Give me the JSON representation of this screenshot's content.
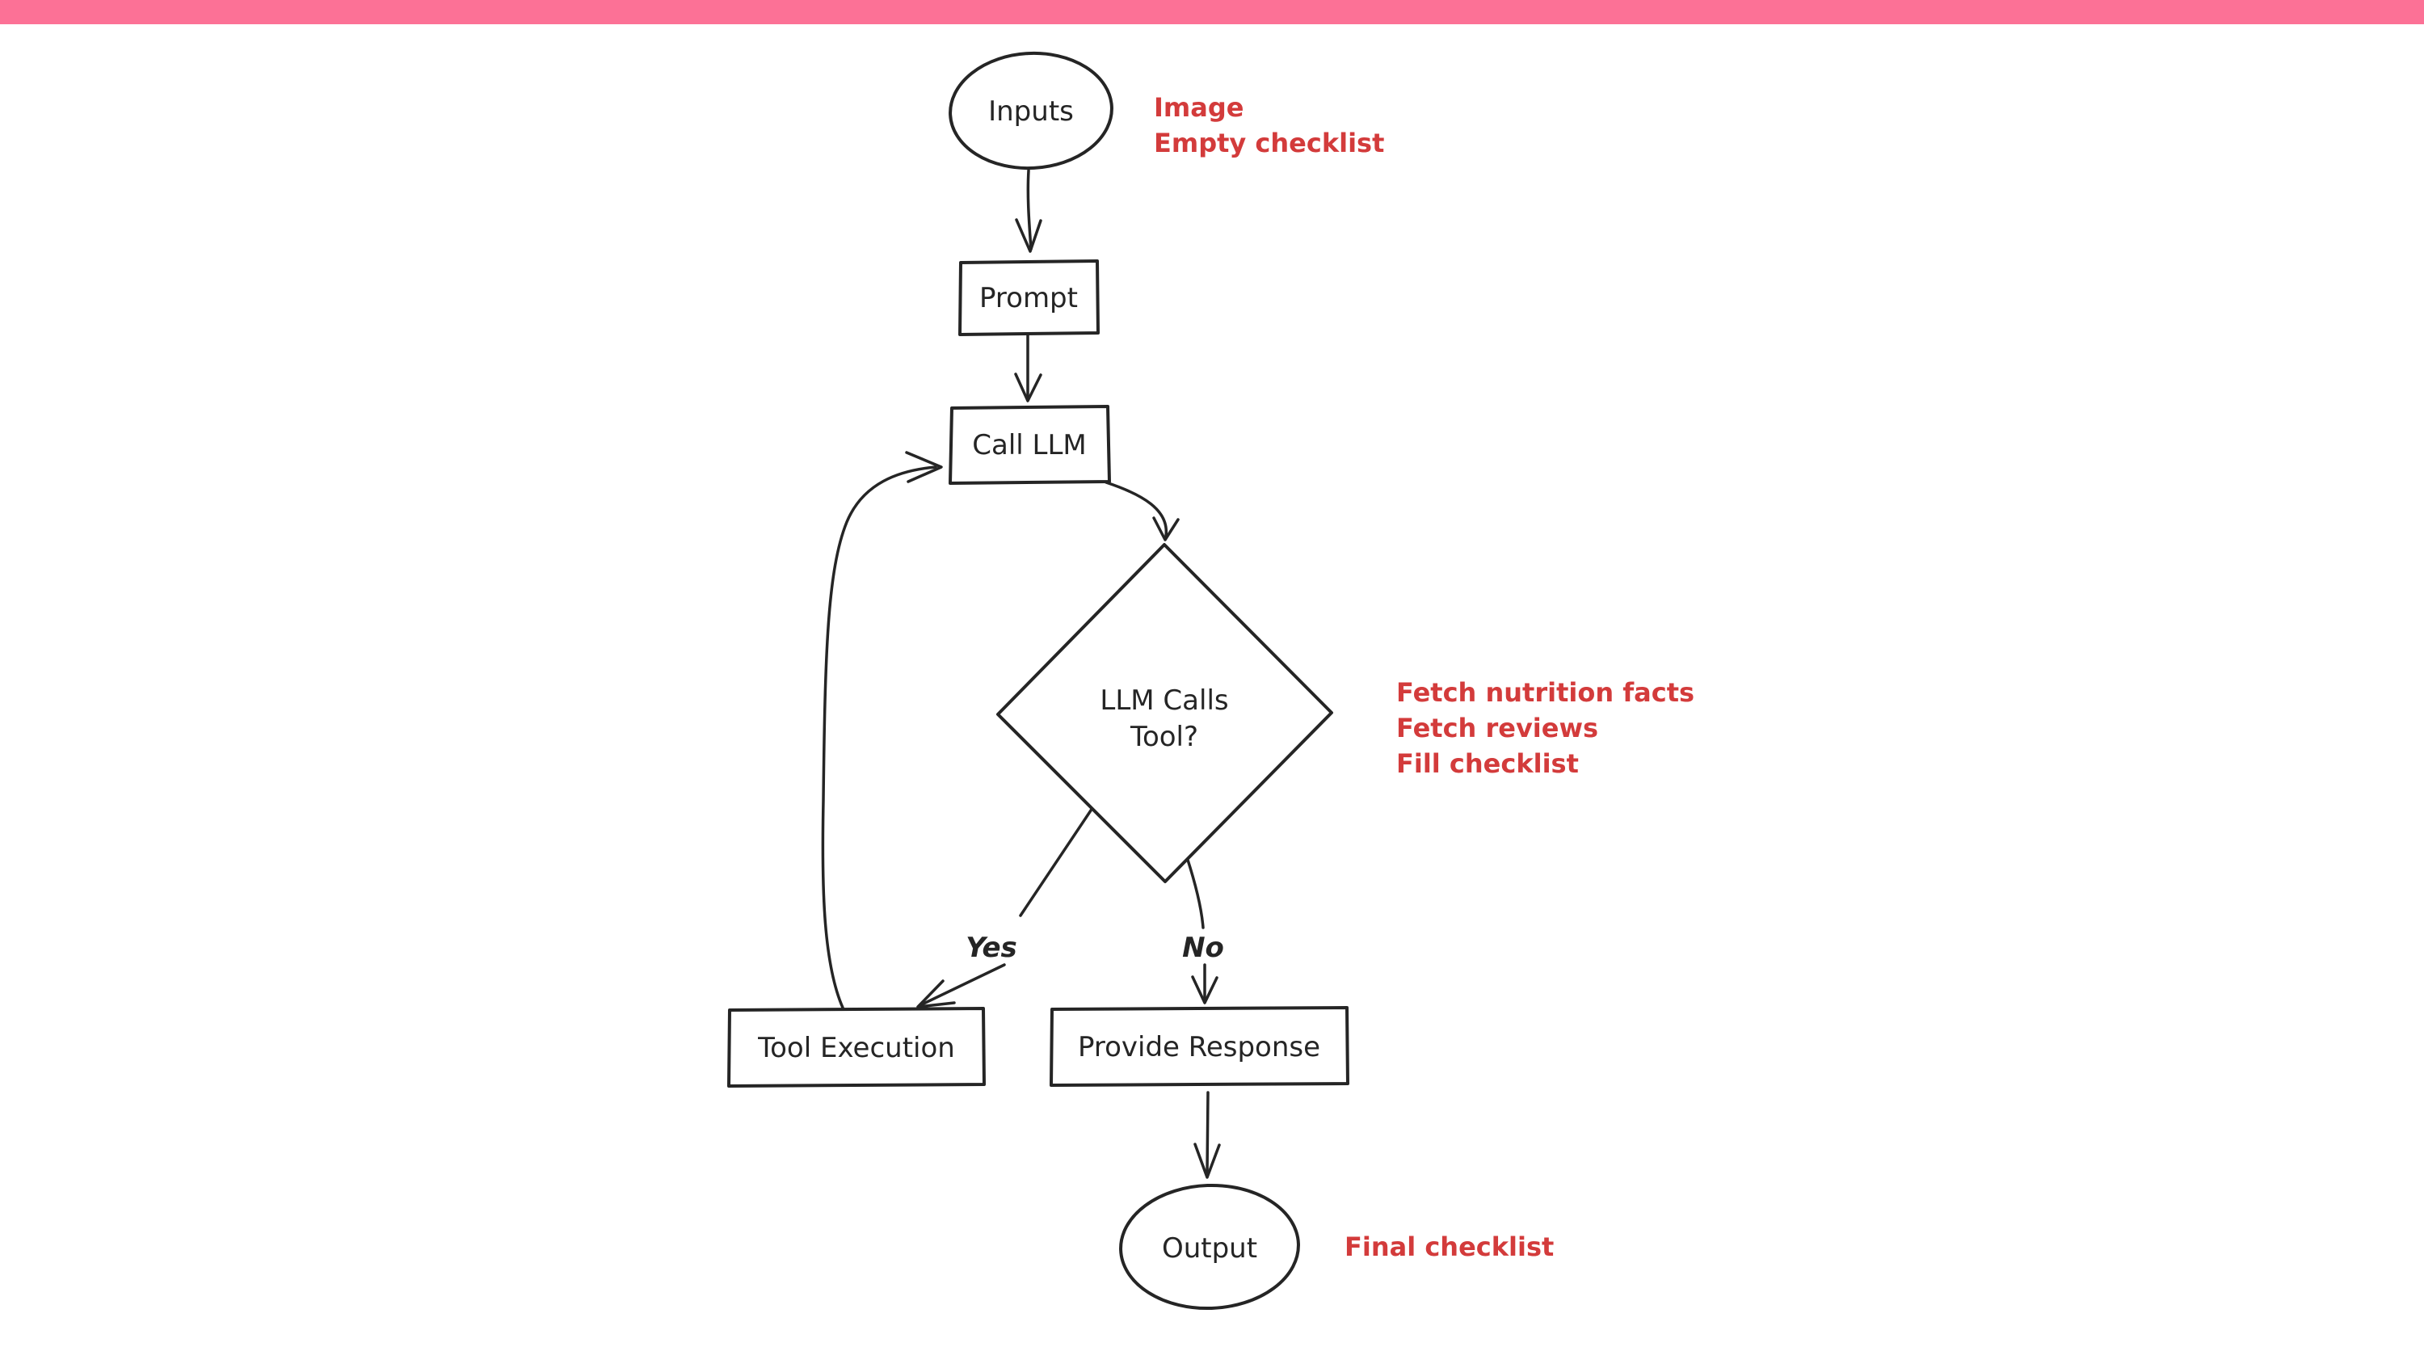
{
  "colors": {
    "top_bar": "#fc7196",
    "ink": "#252525",
    "annotation_red": "#d33b3b",
    "canvas": "#ffffff"
  },
  "flowchart": {
    "nodes": {
      "inputs": {
        "shape": "ellipse",
        "label": "Inputs"
      },
      "prompt": {
        "shape": "rectangle",
        "label": "Prompt"
      },
      "call_llm": {
        "shape": "rectangle",
        "label": "Call LLM"
      },
      "llm_calls_tool": {
        "shape": "diamond",
        "lines": [
          "LLM Calls",
          "Tool?"
        ]
      },
      "tool_execution": {
        "shape": "rectangle",
        "label": "Tool Execution"
      },
      "provide_response": {
        "shape": "rectangle",
        "label": "Provide Response"
      },
      "output": {
        "shape": "ellipse",
        "label": "Output"
      }
    },
    "branch_labels": {
      "yes": "Yes",
      "no": "No"
    },
    "annotations": {
      "inputs_note": {
        "lines": [
          "Image",
          "Empty checklist"
        ]
      },
      "tool_note": {
        "lines": [
          "Fetch nutrition facts",
          "Fetch reviews",
          "Fill checklist"
        ]
      },
      "output_note": {
        "lines": [
          "Final checklist"
        ]
      }
    }
  }
}
